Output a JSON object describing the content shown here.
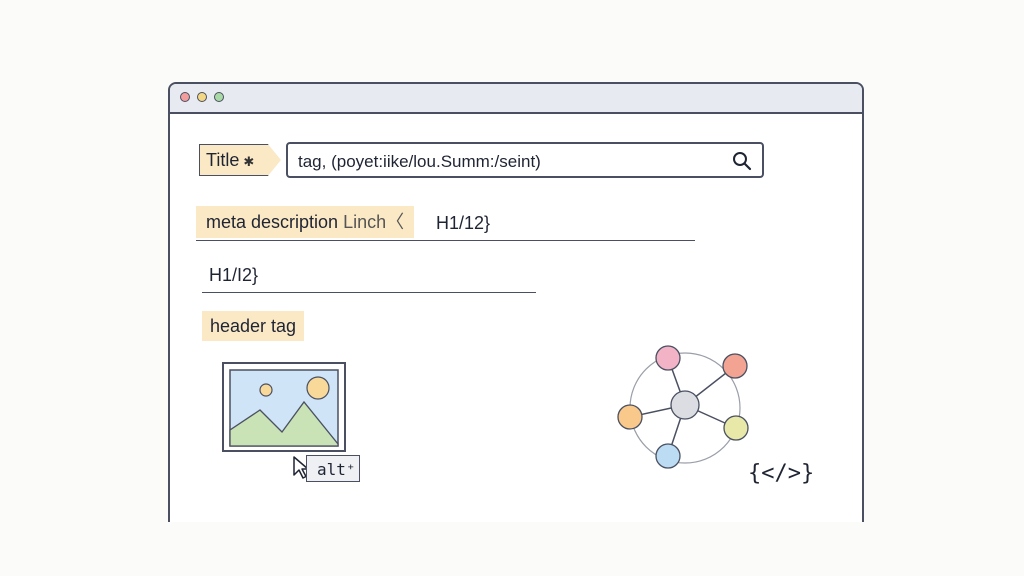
{
  "window": {
    "controls": [
      "close",
      "minimize",
      "maximize"
    ]
  },
  "title_tag": {
    "label": "Title",
    "glyph": "✱"
  },
  "search": {
    "value": "tag, (poyet:iike/lou.Summ:/seint)"
  },
  "meta": {
    "label": "meta description",
    "suffix": "Linch〈",
    "h1_label": "H1/12}"
  },
  "h1": {
    "label": "H1/I2}"
  },
  "header_tag": {
    "label": "header tag"
  },
  "alt": {
    "label": "alt⁺"
  },
  "code": {
    "label": "{</>}"
  },
  "colors": {
    "tag_bg": "#fbe9c6",
    "border": "#4a5061",
    "titlebar": "#e8eaf1",
    "node_pink": "#f3b3c6",
    "node_coral": "#f2a392",
    "node_orange": "#f8c98b",
    "node_yellow": "#e8e9a8",
    "node_blue": "#bcdcf3",
    "node_center": "#dcdde2"
  },
  "icons": [
    "search-icon",
    "image-icon",
    "pointer-cursor-icon",
    "network-graph-icon",
    "code-brackets-icon"
  ]
}
